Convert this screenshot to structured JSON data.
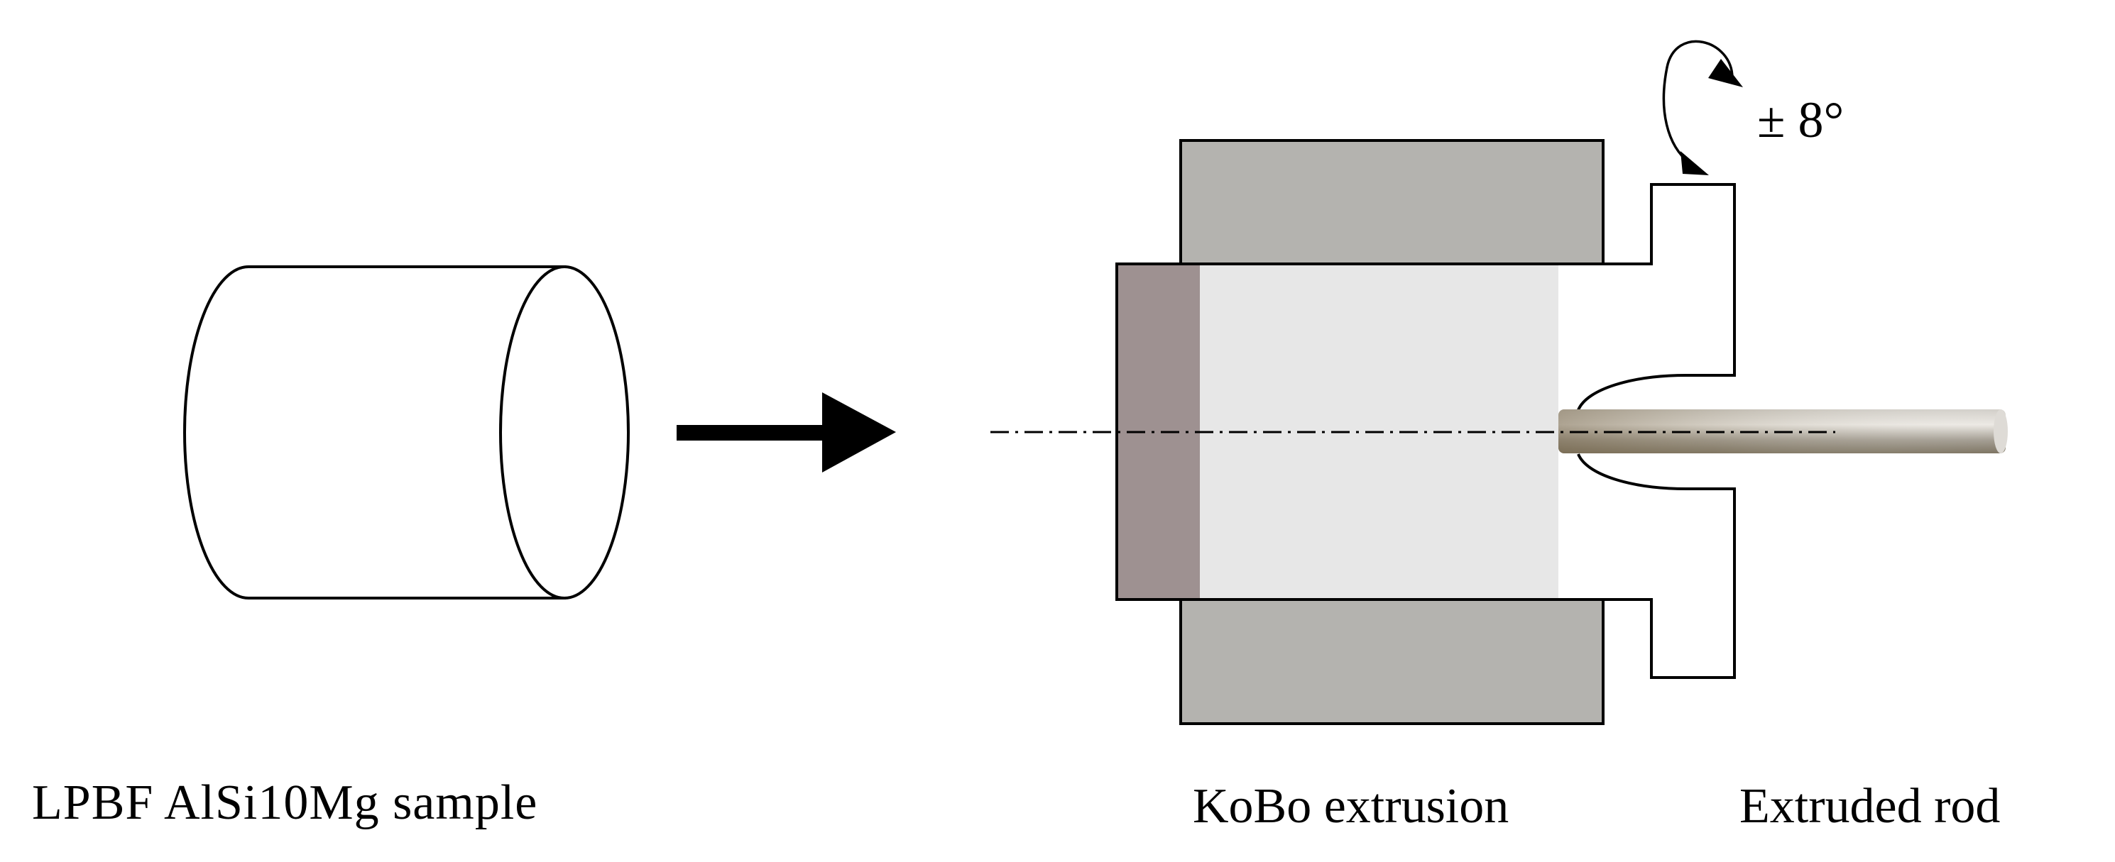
{
  "labels": {
    "sample": "LPBF AlSi10Mg sample",
    "kobo": "KoBo extrusion",
    "rod": "Extruded rod",
    "angle": "± 8°"
  },
  "colors": {
    "stroke": "#000000",
    "die_block": "#b4b3af",
    "punch": "#9e9191",
    "billet": "#e7e7e7",
    "rod_light": "#c9c6c0",
    "rod_mid": "#a39d92",
    "rod_dark": "#7d7462"
  }
}
